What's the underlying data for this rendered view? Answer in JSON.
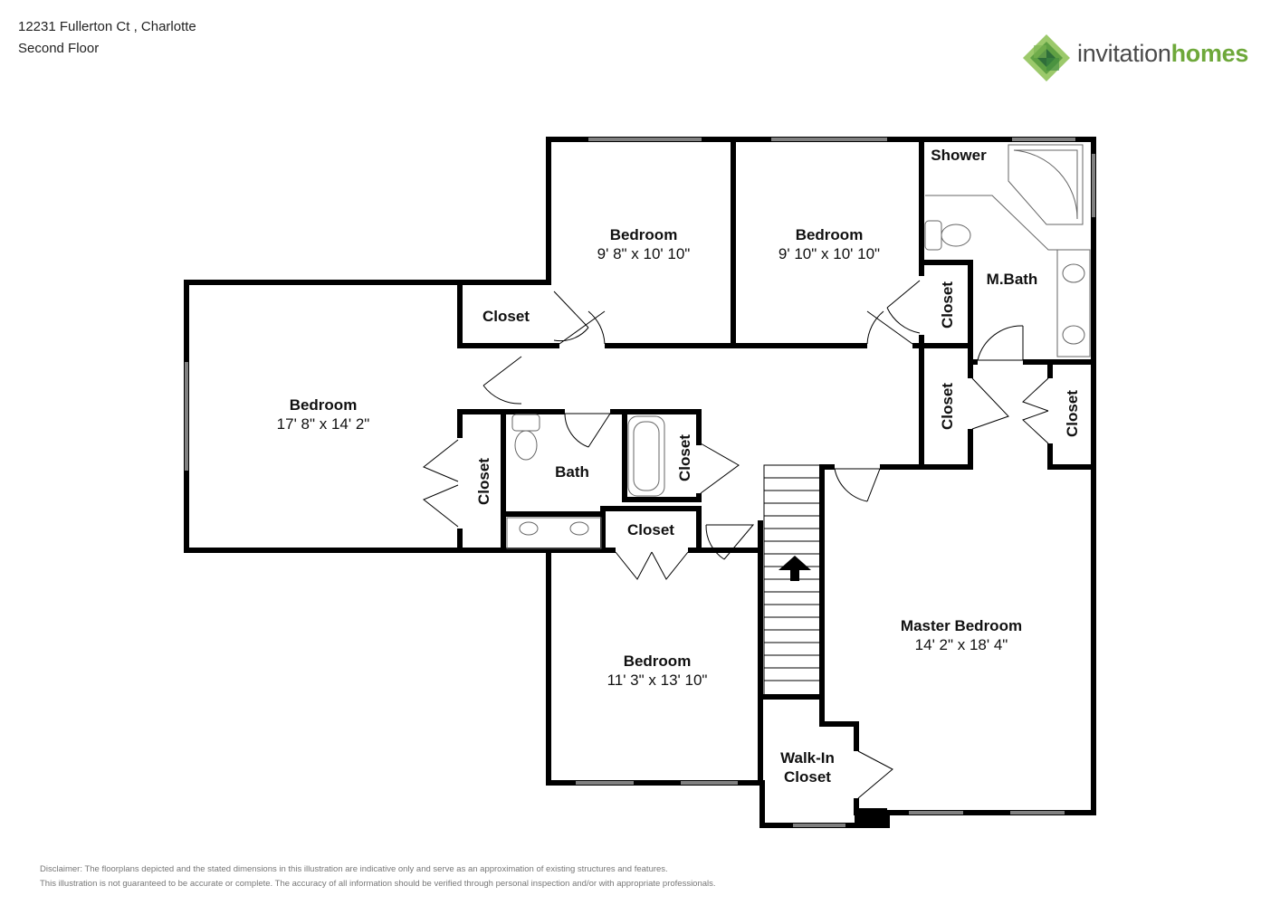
{
  "header": {
    "address": "12231 Fullerton Ct , Charlotte",
    "floor": "Second Floor"
  },
  "logo": {
    "word_part1": "invitation",
    "word_part2": "homes",
    "colors": {
      "dark_green": "#2f6e3a",
      "mid_green": "#5fa043",
      "light_green": "#9cc96b",
      "text_gray": "#4a4a4a"
    }
  },
  "rooms": {
    "bedroom_top_left": {
      "name": "Bedroom",
      "dims": "9' 8\" x 10' 10\""
    },
    "bedroom_top_right": {
      "name": "Bedroom",
      "dims": "9' 10\" x 10' 10\""
    },
    "bedroom_large": {
      "name": "Bedroom",
      "dims": "17' 8\" x 14' 2\""
    },
    "bedroom_bottom": {
      "name": "Bedroom",
      "dims": "11' 3\" x 13' 10\""
    },
    "master_bedroom": {
      "name": "Master Bedroom",
      "dims": "14' 2\" x 18' 4\""
    },
    "shower": {
      "name": "Shower"
    },
    "master_bath": {
      "name": "M.Bath"
    },
    "bath": {
      "name": "Bath"
    },
    "closet_top": {
      "name": "Closet"
    },
    "closet_mid": {
      "name": "Closet"
    },
    "closet_vert_bed": {
      "name": "Closet"
    },
    "closet_vert_bath": {
      "name": "Closet"
    },
    "closet_vert_mbath": {
      "name": "Closet"
    },
    "closet_vert_hall": {
      "name": "Closet"
    },
    "closet_vert_right": {
      "name": "Closet"
    },
    "walk_in_closet": {
      "name_line1": "Walk-In",
      "name_line2": "Closet"
    }
  },
  "disclaimer": {
    "line1": "Disclaimer: The floorplans depicted and the stated dimensions in this illustration are indicative only and serve as an approximation of existing structures and features.",
    "line2": "This illustration is not guaranteed to be accurate or complete. The accuracy of all information should be verified through personal inspection and/or with appropriate professionals."
  },
  "colors": {
    "wall": "#000000",
    "fixture": "#666666",
    "background": "#ffffff"
  }
}
